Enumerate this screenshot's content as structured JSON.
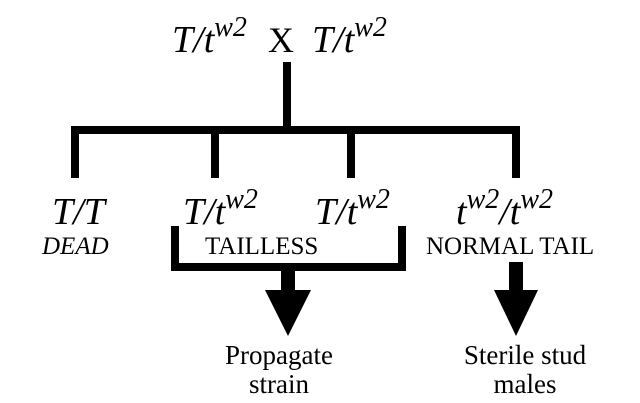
{
  "cross": {
    "parent_left": {
      "base": "T/t",
      "sup": "w2"
    },
    "operator": "X",
    "parent_right": {
      "base": "T/t",
      "sup": "w2"
    }
  },
  "offspring": [
    {
      "genotype_base": "T/T",
      "genotype_sup": "",
      "phenotype": "DEAD"
    },
    {
      "genotype_base": "T/t",
      "genotype_sup": "w2"
    },
    {
      "genotype_base": "T/t",
      "genotype_sup": "w2"
    },
    {
      "genotype_base": "t",
      "genotype_sup": "w2",
      "genotype_mid": "/t",
      "genotype_sup2": "w2",
      "phenotype": "NORMAL TAIL"
    }
  ],
  "group_label": "TAILLESS",
  "outcomes": {
    "tailless_line1": "Propagate",
    "tailless_line2": "strain",
    "normal_line1": "Sterile stud",
    "normal_line2": "males"
  }
}
